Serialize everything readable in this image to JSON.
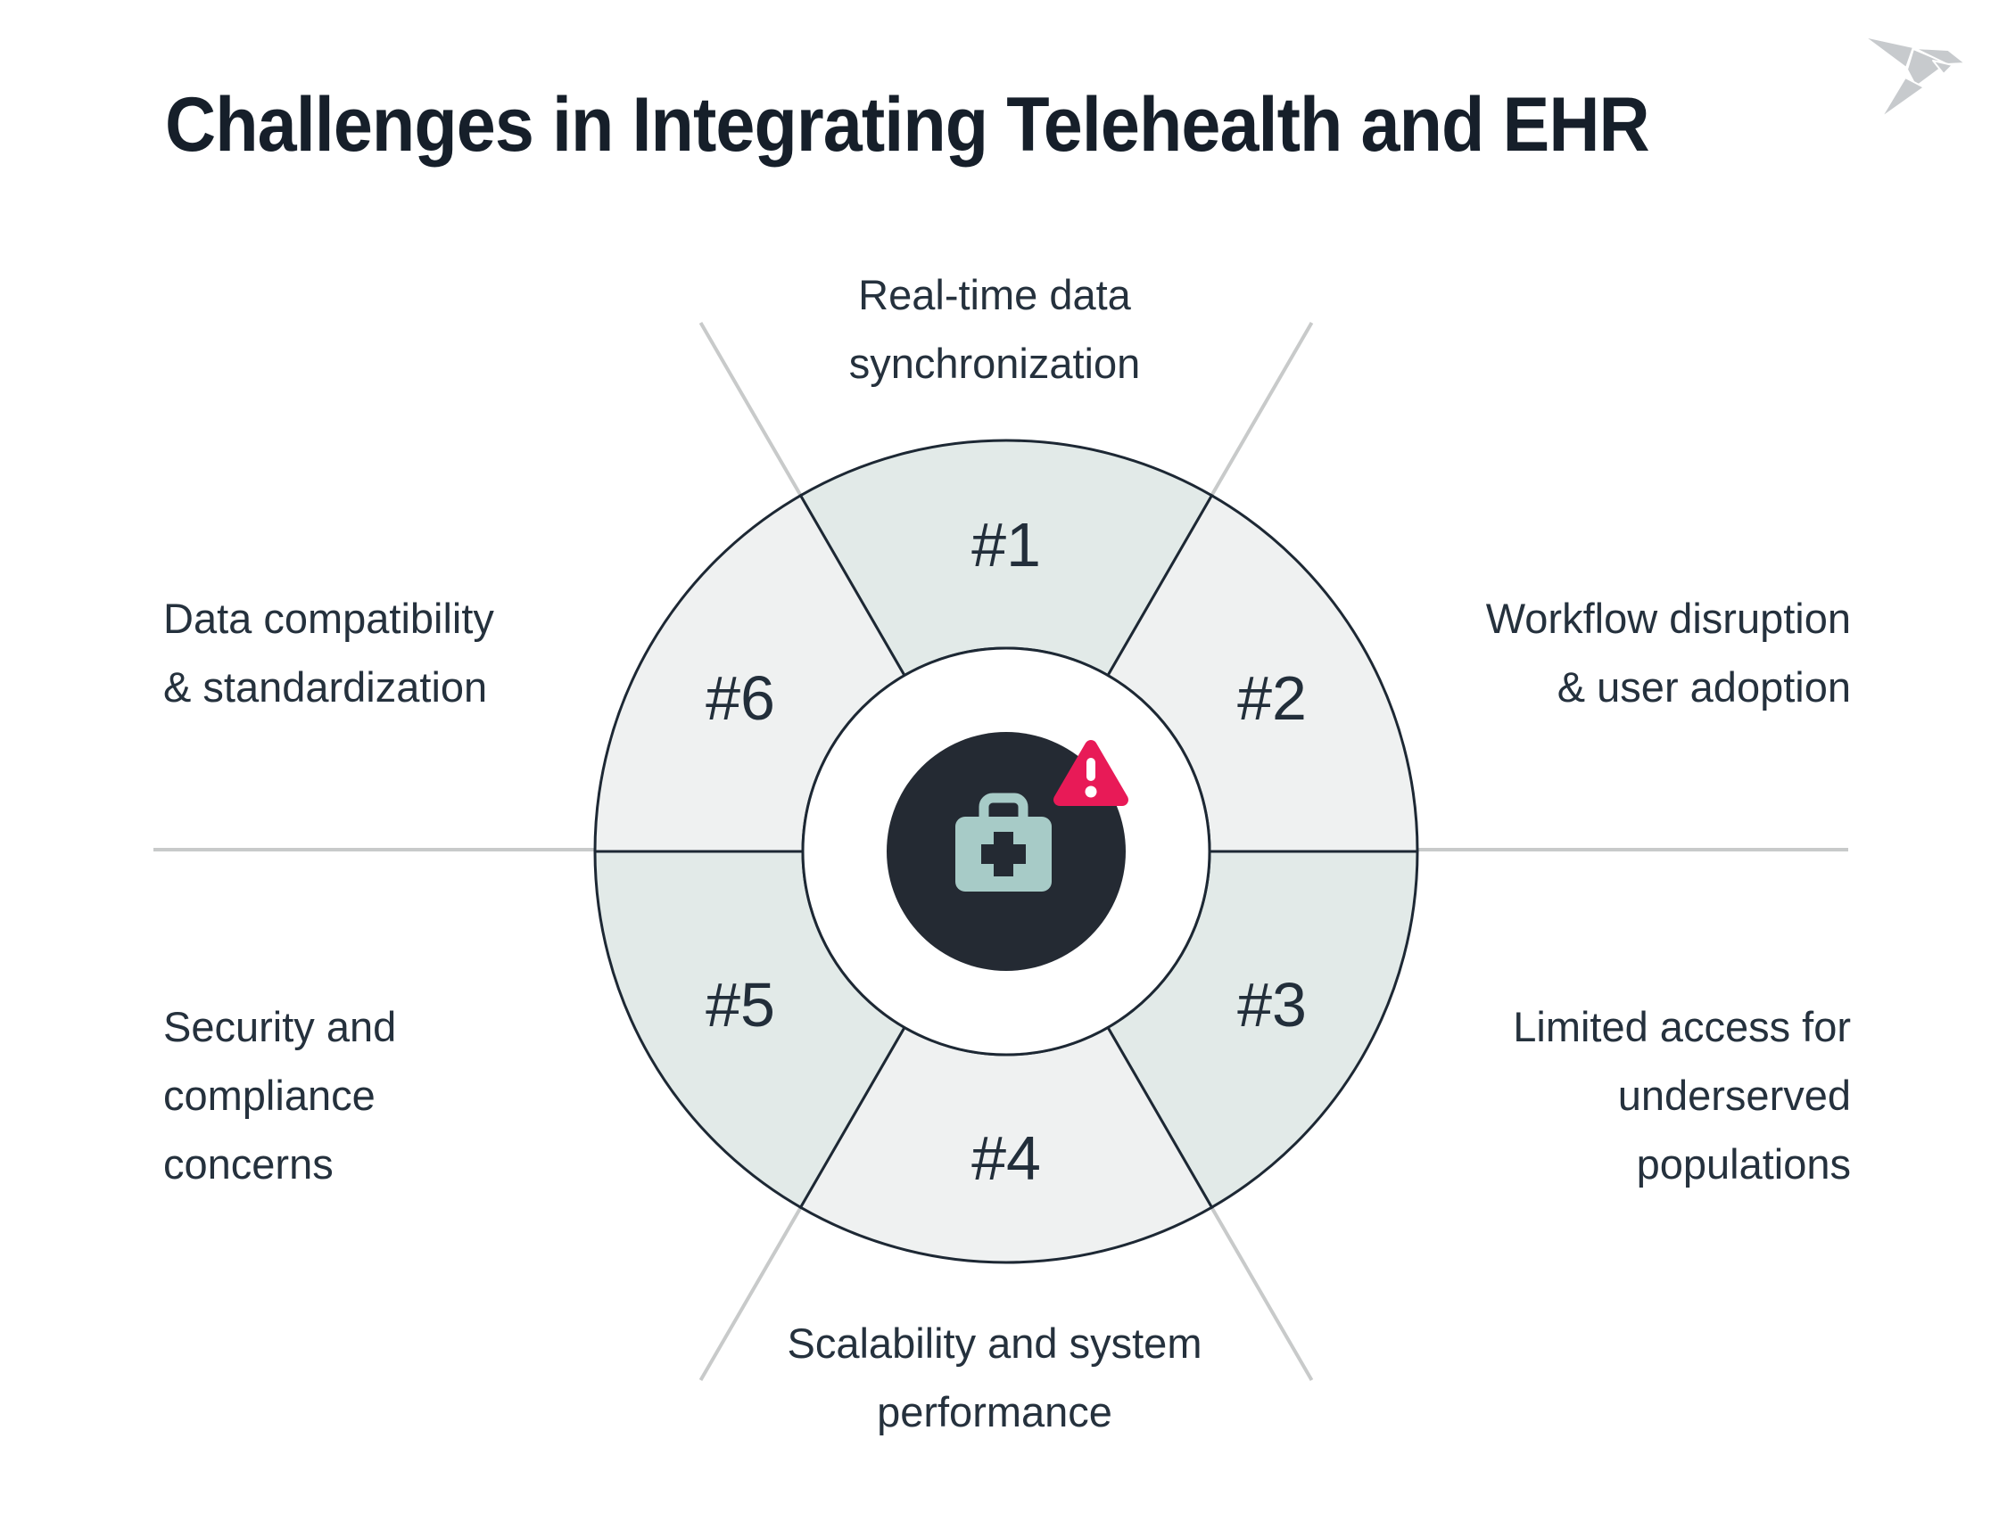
{
  "title": "Challenges in Integrating Telehealth and EHR",
  "logo": {
    "icon": "origami-bird-icon",
    "color": "#c7cacd"
  },
  "center": {
    "icon": "medical-kit-icon",
    "badge": "alert-triangle-icon",
    "circle_color": "#242a33",
    "kit_color": "#a7cbc7",
    "alert_color": "#e81a57"
  },
  "wheel": {
    "type": "radial-wheel-6-segments",
    "segment_fill_teal": "#e2eae8",
    "segment_fill_gray": "#eff1f1",
    "outline_color": "#1d2834",
    "divider_line_color": "#c8caca",
    "segments": [
      {
        "number": "#1",
        "label_lines": [
          "Real-time data",
          "synchronization"
        ]
      },
      {
        "number": "#2",
        "label_lines": [
          "Workflow disruption",
          "& user adoption"
        ]
      },
      {
        "number": "#3",
        "label_lines": [
          "Limited access for",
          "underserved",
          "populations"
        ]
      },
      {
        "number": "#4",
        "label_lines": [
          "Scalability and system",
          "performance"
        ]
      },
      {
        "number": "#5",
        "label_lines": [
          "Security and",
          "compliance",
          "concerns"
        ]
      },
      {
        "number": "#6",
        "label_lines": [
          "Data compatibility",
          "& standardization"
        ]
      }
    ]
  }
}
